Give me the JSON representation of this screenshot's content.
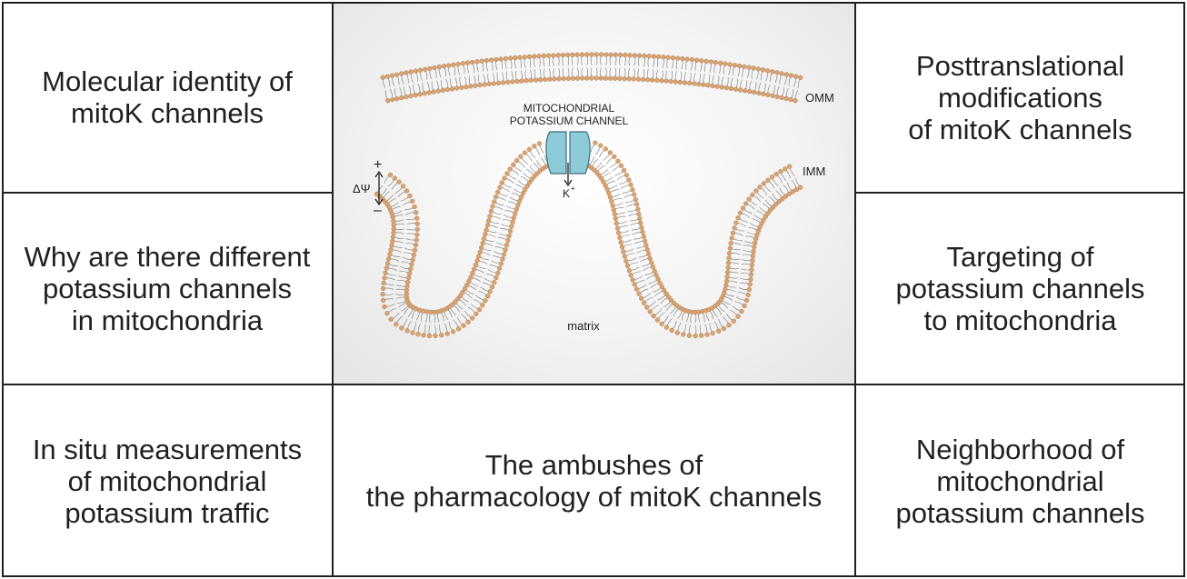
{
  "cells": {
    "top_left": "Molecular identity of\nmitoK channels",
    "top_right": "Posttranslational\nmodifications\nof mitoK channels",
    "middle_left": "Why are there different\npotassium channels\nin mitochondria",
    "middle_right": "Targeting of\npotassium channels\nto mitochondria",
    "bottom_left": "In situ measurements\nof mitochondrial\npotassium traffic",
    "bottom_center": "The ambushes of\nthe pharmacology of mitoK channels",
    "bottom_right": "Neighborhood of\nmitochondrial\npotassium channels"
  },
  "diagram": {
    "omm_label": "OMM",
    "imm_label": "IMM",
    "channel_label_line1": "MITOCHONDRIAL",
    "channel_label_line2": "POTASSIUM CHANNEL",
    "ion_label": "K",
    "ion_charge": "+",
    "potential_label": "ΔΨ",
    "plus_sign": "+",
    "minus_sign": "–",
    "matrix_label": "matrix"
  },
  "colors": {
    "lipid_head": "#d9a474",
    "lipid_head_stroke": "#b07c4e",
    "lipid_tail": "#8a8a8a",
    "channel_fill": "#8ecbd8",
    "channel_stroke": "#3a6f80",
    "grid": "#231f20"
  }
}
